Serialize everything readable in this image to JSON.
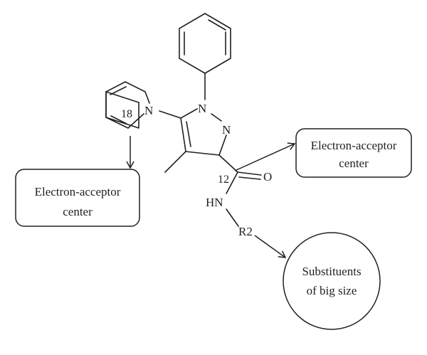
{
  "structure": {
    "atoms": {
      "pyrrole_n": "N",
      "pyrazole_n1": "N",
      "pyrazole_n2": "N",
      "carbonyl_o": "O",
      "amide_nh": "HN",
      "r2": "R2"
    },
    "position_labels": {
      "pyrrole": "18",
      "carbonyl": "12"
    }
  },
  "boxes": {
    "left": {
      "line1": "Electron-acceptor",
      "line2": "center"
    },
    "right": {
      "line1": "Electron-acceptor",
      "line2": "center"
    }
  },
  "circle": {
    "line1": "Substituents",
    "line2": "of big size"
  }
}
